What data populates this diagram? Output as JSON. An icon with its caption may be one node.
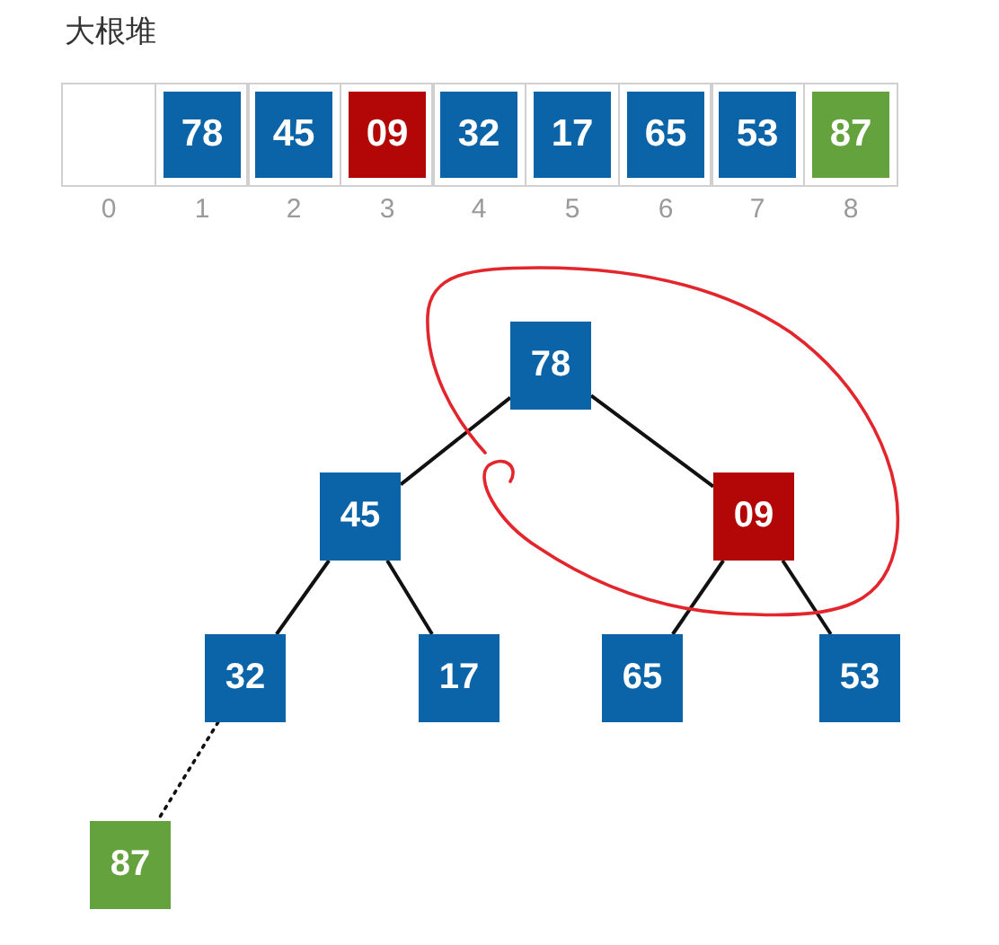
{
  "diagram": {
    "title": "大根堆",
    "nodes": [
      {
        "text": [],
        "shape": "box",
        "beside": [
          "0"
        ]
      },
      {
        "text": [
          "78"
        ],
        "beside": [
          "1"
        ]
      },
      {
        "text": [
          "45"
        ],
        "beside": [
          "2"
        ]
      },
      {
        "text": [
          "09"
        ],
        "beside": [
          "3"
        ]
      },
      {
        "text": [
          "32"
        ],
        "beside": [
          "4"
        ]
      },
      {
        "text": [
          "17"
        ],
        "beside": [
          "5"
        ]
      },
      {
        "text": [
          "65"
        ],
        "beside": [
          "6"
        ]
      },
      {
        "text": [
          "53"
        ],
        "beside": [
          "7"
        ]
      },
      {
        "text": [
          "87"
        ],
        "beside": [
          "8"
        ]
      },
      {
        "text": [
          "78"
        ]
      },
      {
        "text": [
          "45"
        ]
      },
      {
        "text": [
          "09"
        ]
      },
      {
        "text": [
          "32"
        ]
      },
      {
        "text": [
          "17"
        ]
      },
      {
        "text": [
          "65"
        ]
      },
      {
        "text": [
          "53"
        ]
      },
      {
        "text": [
          "87"
        ]
      }
    ],
    "edges": [
      {
        "from": 9,
        "to": 10,
        "arrow": "none"
      },
      {
        "from": 9,
        "to": 11,
        "arrow": "none"
      },
      {
        "from": 10,
        "to": 12,
        "arrow": "none"
      },
      {
        "from": 10,
        "to": 13,
        "arrow": "none"
      },
      {
        "from": 11,
        "to": 14,
        "arrow": "none"
      },
      {
        "from": 11,
        "to": 15,
        "arrow": "none"
      },
      {
        "from": 12,
        "to": 16,
        "arrow": "none",
        "style": "dashed"
      }
    ]
  }
}
